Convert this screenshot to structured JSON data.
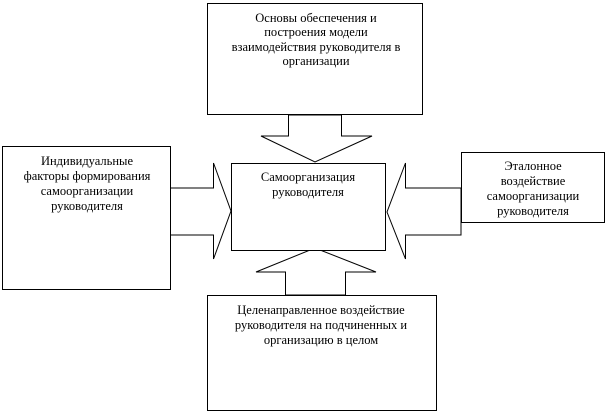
{
  "diagram": {
    "center": {
      "lines": [
        "Самоорганизация",
        "руководителя"
      ]
    },
    "top": {
      "lines": [
        "Основы обеспечения и",
        "построения модели",
        "взаимодействия руководителя в",
        "организации"
      ]
    },
    "left": {
      "lines": [
        "Индивидуальные",
        "факторы формирования",
        "самоорганизации",
        "руководителя"
      ]
    },
    "right": {
      "lines": [
        "Эталонное",
        "воздействие",
        "самоорганизации",
        "руководителя"
      ]
    },
    "bottom": {
      "lines": [
        "Целенаправленное воздействие",
        "руководителя на подчиненных и",
        "организацию в целом"
      ]
    }
  }
}
